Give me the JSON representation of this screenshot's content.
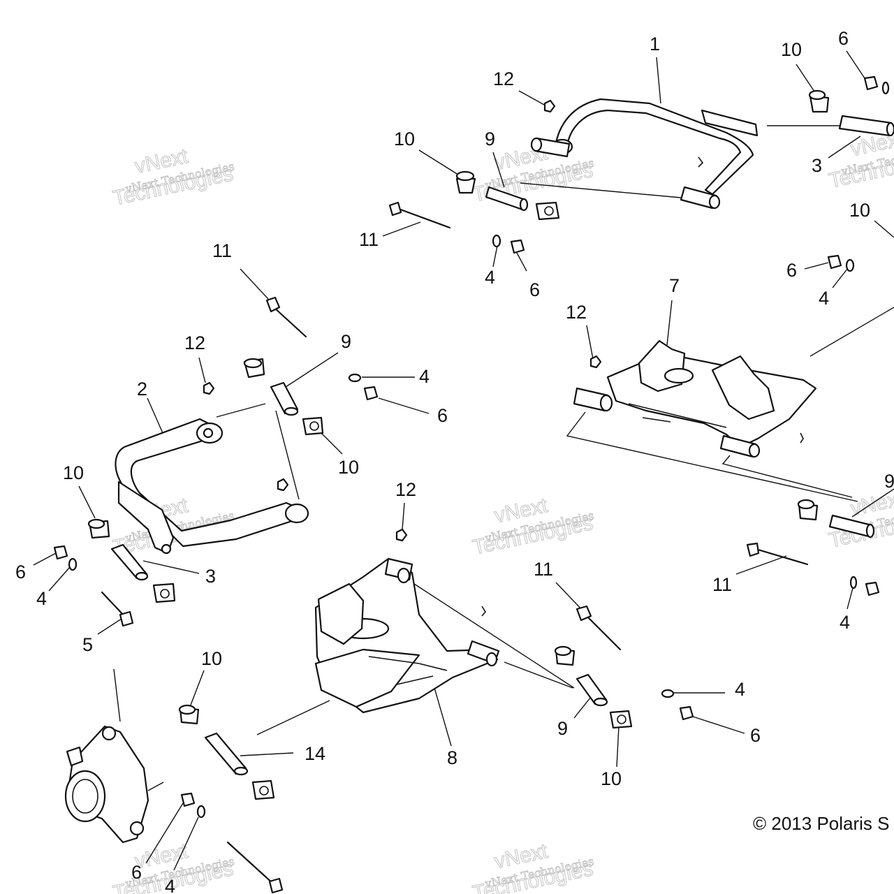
{
  "callouts": [
    {
      "id": "c1",
      "text": "1"
    },
    {
      "id": "c2",
      "text": "10"
    },
    {
      "id": "c3",
      "text": "6"
    },
    {
      "id": "c4",
      "text": "12"
    },
    {
      "id": "c5",
      "text": "10"
    },
    {
      "id": "c6",
      "text": "9"
    },
    {
      "id": "c7",
      "text": "11"
    },
    {
      "id": "c8",
      "text": "3"
    },
    {
      "id": "c9",
      "text": "10"
    },
    {
      "id": "c10",
      "text": "4"
    },
    {
      "id": "c11",
      "text": "6"
    },
    {
      "id": "c12",
      "text": "6"
    },
    {
      "id": "c13",
      "text": "4"
    },
    {
      "id": "c14",
      "text": "11"
    },
    {
      "id": "c15",
      "text": "7"
    },
    {
      "id": "c16",
      "text": "12"
    },
    {
      "id": "c17",
      "text": "12"
    },
    {
      "id": "c18",
      "text": "9"
    },
    {
      "id": "c19",
      "text": "4"
    },
    {
      "id": "c20",
      "text": "2"
    },
    {
      "id": "c21",
      "text": "6"
    },
    {
      "id": "c22",
      "text": "10"
    },
    {
      "id": "c23",
      "text": "10"
    },
    {
      "id": "c24",
      "text": "12"
    },
    {
      "id": "c25",
      "text": "9"
    },
    {
      "id": "c26",
      "text": "6"
    },
    {
      "id": "c27",
      "text": "3"
    },
    {
      "id": "c28",
      "text": "4"
    },
    {
      "id": "c29",
      "text": "11"
    },
    {
      "id": "c30",
      "text": "11"
    },
    {
      "id": "c31",
      "text": "4"
    },
    {
      "id": "c32",
      "text": "5"
    },
    {
      "id": "c33",
      "text": "10"
    },
    {
      "id": "c34",
      "text": "4"
    },
    {
      "id": "c35",
      "text": "9"
    },
    {
      "id": "c36",
      "text": "6"
    },
    {
      "id": "c37",
      "text": "14"
    },
    {
      "id": "c38",
      "text": "8"
    },
    {
      "id": "c39",
      "text": "10"
    },
    {
      "id": "c40",
      "text": "6"
    },
    {
      "id": "c41",
      "text": "4"
    }
  ],
  "watermark": {
    "line1": "vNext",
    "line2": "vNext Technologies",
    "line3": "Technologies"
  },
  "copyright": "© 2013 Polaris S"
}
